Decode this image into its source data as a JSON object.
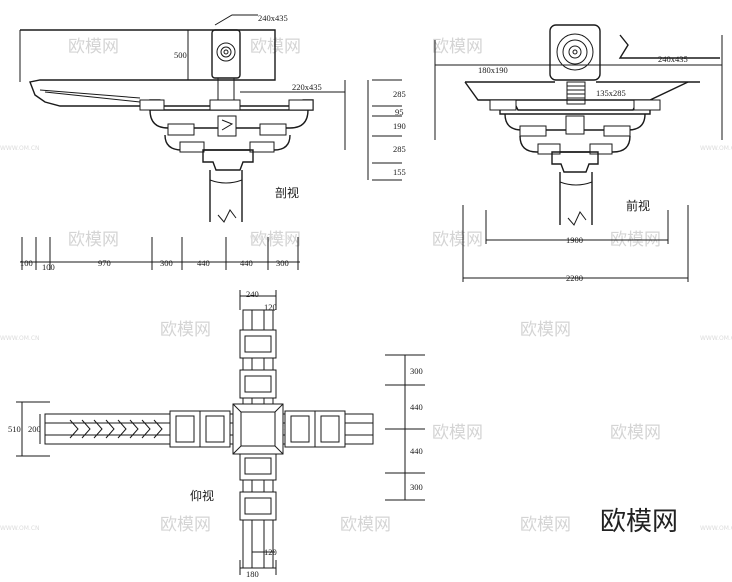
{
  "section_view": {
    "caption": "剖视",
    "beam_label": "240x435",
    "beam_height": "500",
    "arm_label": "220x435",
    "vertical_dims": [
      "285",
      "95",
      "190",
      "285",
      "155"
    ],
    "horizontal_dims": [
      "100",
      "100",
      "970",
      "300",
      "440",
      "440",
      "300"
    ]
  },
  "front_view": {
    "caption": "前视",
    "label_left": "180x190",
    "label_right": "240x435",
    "label_block": "135x285",
    "dim_inner": "1900",
    "dim_outer": "2280"
  },
  "plan_view": {
    "caption": "仰视",
    "top_dims": [
      "240",
      "120"
    ],
    "bottom_dims": [
      "120",
      "180"
    ],
    "left_dims": [
      "510",
      "200"
    ],
    "right_dims": [
      "300",
      "440",
      "440",
      "300"
    ]
  },
  "watermark": {
    "text": "欧模网",
    "sub": "WWW.OM.CN"
  },
  "brand": "欧模网"
}
